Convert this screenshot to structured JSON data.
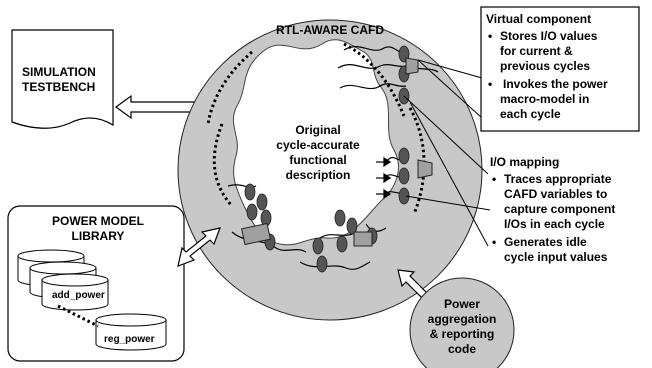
{
  "ring_title": "RTL-AWARE CAFD",
  "core_text": [
    "Original",
    "cycle-accurate",
    "functional",
    "description"
  ],
  "testbench": {
    "lines": [
      "SIMULATION",
      "TESTBENCH"
    ]
  },
  "library": {
    "title": [
      "POWER MODEL",
      "LIBRARY"
    ],
    "add_label": "add_power",
    "reg_label": "reg_power"
  },
  "aggregation": {
    "lines": [
      "Power",
      "aggregation",
      "& reporting",
      "code"
    ]
  },
  "virtual_component": {
    "title": "Virtual component",
    "bullets": [
      [
        "Stores I/O values",
        "for current &",
        "previous cycles"
      ],
      [
        "Invokes the power",
        "macro-model in",
        "each cycle"
      ]
    ]
  },
  "io_mapping": {
    "title": "I/O mapping",
    "bullets": [
      [
        "Traces appropriate",
        "CAFD variables to",
        "capture component",
        "I/Os in each cycle"
      ],
      [
        "Generates idle",
        "cycle input values"
      ]
    ]
  },
  "colors": {
    "ring": "#c8c8c8",
    "nodes": "#555555",
    "line": "#000000"
  }
}
